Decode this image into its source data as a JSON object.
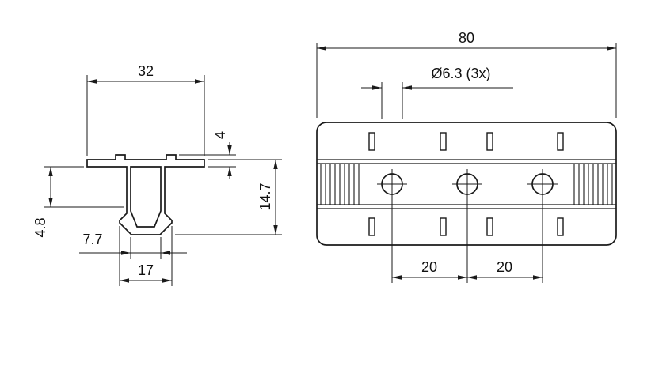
{
  "drawing": {
    "background_color": "#ffffff",
    "line_color": "#1a1a1a",
    "left_view_dimensions": {
      "top_width": "32",
      "flange_thickness": "4",
      "overall_height": "14.7",
      "clip_height": "4.8",
      "slot_inner_width": "7.7",
      "foot_width": "17"
    },
    "right_view_dimensions": {
      "overall_length": "80",
      "hole_callout": "Ø6.3 (3x)",
      "hole_pitch_left": "20",
      "hole_pitch_right": "20"
    }
  }
}
